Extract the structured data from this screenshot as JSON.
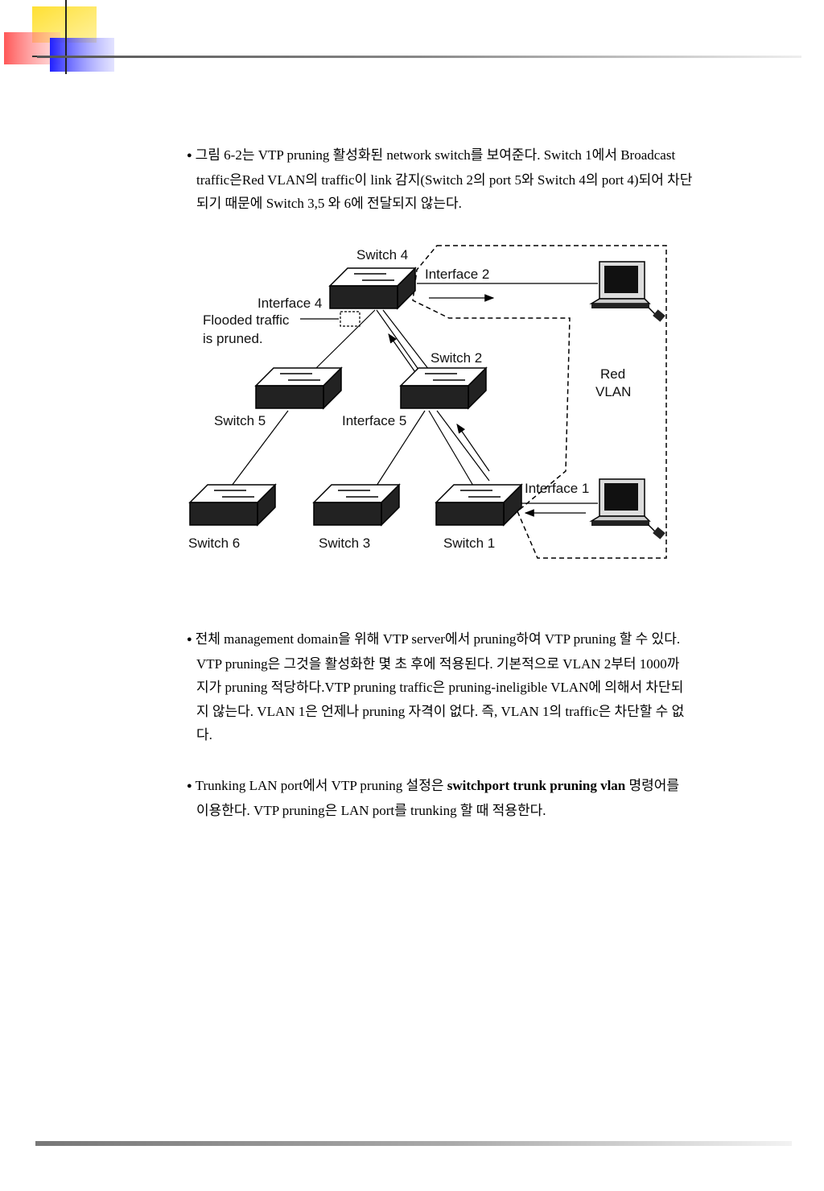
{
  "colors": {
    "logo_yellow": "#ffe033",
    "logo_red": "#ff5a5a",
    "logo_blue": "#2b2bff",
    "rule": "#777777"
  },
  "paragraph1": {
    "bullet": "●",
    "line1": "그림 6-2는 VTP pruning 활성화된 network switch를 보여준다. Switch 1에서 Broadcast",
    "line2": "traffic은Red VLAN의 traffic이 link 감지(Switch 2의 port 5와 Switch 4의 port 4)되어 차단",
    "line3": "되기 때문에  Switch 3,5 와 6에 전달되지 않는다."
  },
  "diagram": {
    "switch4": "Switch 4",
    "switch2": "Switch 2",
    "switch5": "Switch 5",
    "switch6": "Switch 6",
    "switch3": "Switch 3",
    "switch1": "Switch 1",
    "interface1": "Interface 1",
    "interface2": "Interface 2",
    "interface4": "Interface 4",
    "interface5": "Interface 5",
    "flooded_line1": "Flooded traffic",
    "flooded_line2": "is pruned.",
    "red_vlan_line1": "Red",
    "red_vlan_line2": "VLAN"
  },
  "paragraph2": {
    "bullet": "●",
    "line1": "전체 management domain을 위해  VTP server에서 pruning하여 VTP pruning 할 수 있다.",
    "line2": "VTP pruning은 그것을 활성화한 몇 초 후에 적용된다. 기본적으로 VLAN 2부터 1000까",
    "line3": "지가 pruning 적당하다.VTP pruning traffic은 pruning-ineligible VLAN에 의해서 차단되",
    "line4": "지 않는다. VLAN 1은 언제나 pruning 자격이 없다. 즉, VLAN 1의 traffic은 차단할 수 없",
    "line5": "다."
  },
  "paragraph3": {
    "bullet": "●",
    "line1_pre": "Trunking  LAN port에서 VTP pruning 설정은 ",
    "line1_bold": "switchport trunk pruning vlan",
    "line1_post": " 명령어를",
    "line2": "이용한다. VTP pruning은 LAN port를 trunking 할 때 적용한다."
  }
}
